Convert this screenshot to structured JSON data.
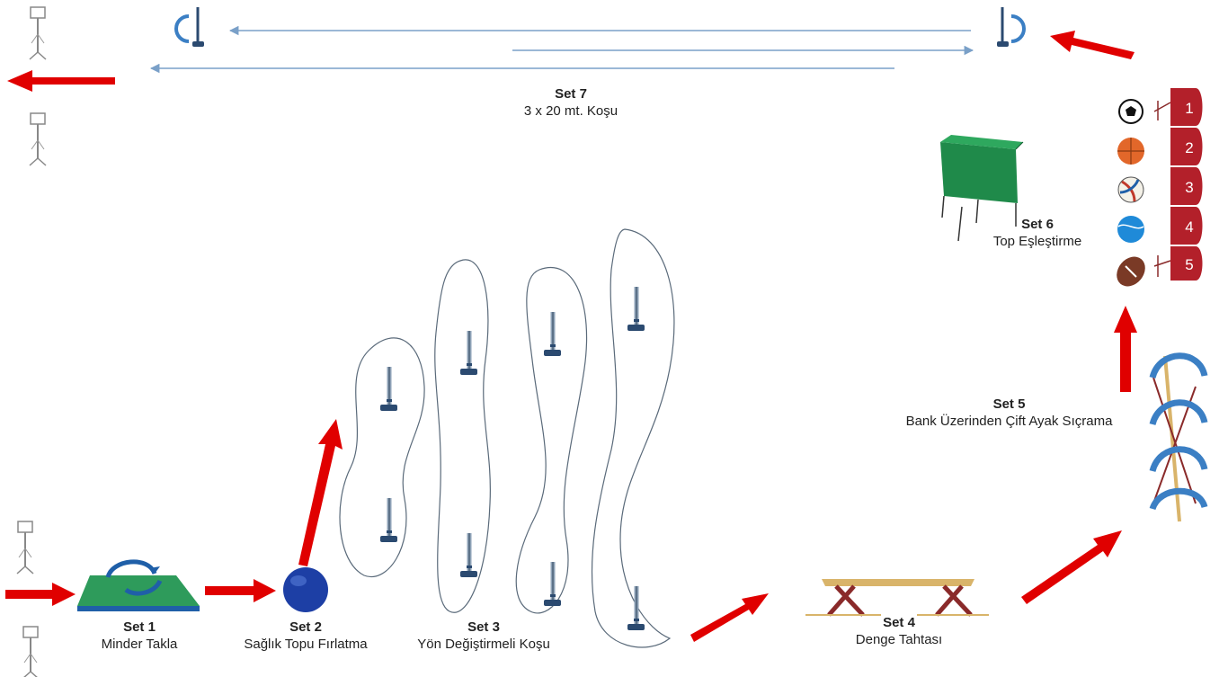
{
  "colors": {
    "arrow": "#e00000",
    "cone": "#4a6a8a",
    "mat_green": "#2e9b5b",
    "mat_blue": "#1f5fa8",
    "ball": "#1d3fa5",
    "path_line": "#5a6a7a",
    "run_line": "#7aa0c8",
    "card_red": "#b3202a",
    "cart_green": "#1f8a4a",
    "beam_wood": "#d9b46a",
    "beam_leg": "#8a2a2a",
    "rotate_blue": "#3b7fc4"
  },
  "stations": [
    {
      "title": "Set 1",
      "subtitle": "Minder Takla"
    },
    {
      "title": "Set 2",
      "subtitle": "Sağlık Topu Fırlatma"
    },
    {
      "title": "Set 3",
      "subtitle": "Yön Değiştirmeli Koşu"
    },
    {
      "title": "Set 4",
      "subtitle": "Denge Tahtası"
    },
    {
      "title": "Set 5",
      "subtitle": "Bank Üzerinden Çift Ayak Sıçrama"
    },
    {
      "title": "Set 6",
      "subtitle": "Top Eşleştirme"
    },
    {
      "title": "Set 7",
      "subtitle": "3 x 20 mt. Koşu"
    }
  ],
  "ball_cards": [
    "1",
    "2",
    "3",
    "4",
    "5"
  ],
  "icons": [
    "soccer-ball-icon",
    "basketball-icon",
    "volleyball-icon",
    "blue-ball-icon",
    "american-football-icon"
  ]
}
